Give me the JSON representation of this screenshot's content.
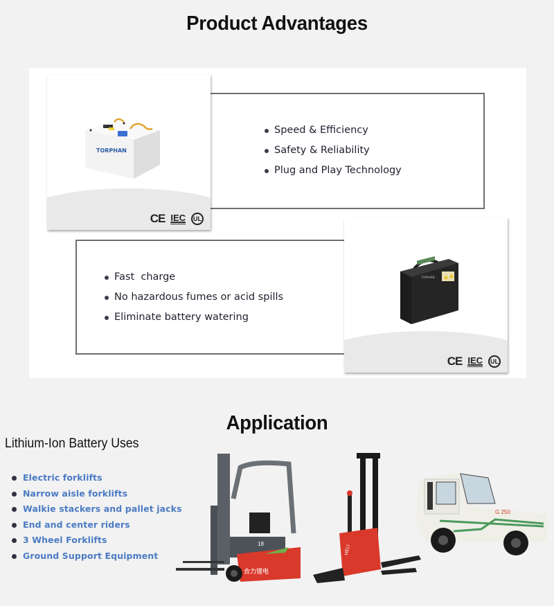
{
  "sections": {
    "advantages": {
      "title": "Product Advantages",
      "block1": {
        "bullets": [
          "Speed & Efficiency",
          "Safety & Reliability",
          "Plug and Play Technology"
        ],
        "image": "white-forklift-lithium-battery",
        "brand_mark": "TORPHAN",
        "certifications": [
          "CE",
          "IEC",
          "UL"
        ]
      },
      "block2": {
        "bullets": [
          "Fast  charge",
          "No hazardous fumes or acid spills",
          "Eliminate battery watering"
        ],
        "image": "black-lithium-battery-pack",
        "certifications": [
          "CE",
          "IEC",
          "UL"
        ]
      }
    },
    "application": {
      "title": "Application",
      "uses_title": "Lithium-Ion Battery Uses",
      "uses": [
        "Electric forklifts",
        "Narrow aisle forklifts",
        "Walkie stackers and pallet jacks",
        "End and center riders",
        "3 Wheel Forklifts",
        "Ground Support Equipment"
      ],
      "vehicles": [
        {
          "name": "electric-forklift",
          "label": "合力锂电",
          "model": "18"
        },
        {
          "name": "walkie-stacker",
          "label": "HELI"
        },
        {
          "name": "tow-tractor",
          "label": "G 250"
        }
      ]
    }
  },
  "colors": {
    "page_bg": "#f2f2f2",
    "panel_bg": "#ffffff",
    "uses_text": "#4b7bc4",
    "forklift_red": "#d9392a",
    "tractor_green": "#4a9a5a"
  }
}
